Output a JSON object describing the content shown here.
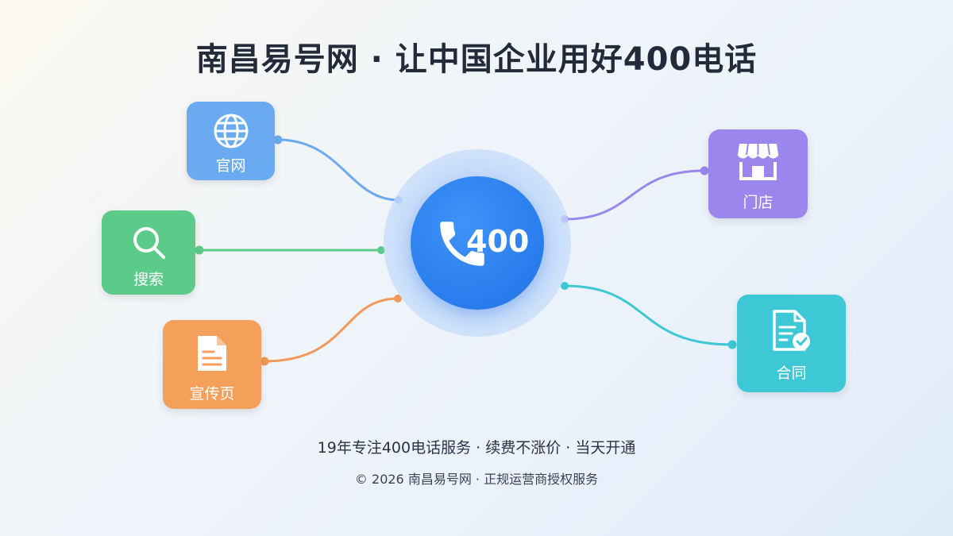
{
  "title": "南昌易号网 · 让中国企业用好400电话",
  "hub": {
    "label": "400",
    "icon": "phone-icon",
    "color": "#2b7eee"
  },
  "nodes": [
    {
      "id": "guanwang",
      "label": "官网",
      "icon": "globe-icon",
      "color": "#6aaaf0"
    },
    {
      "id": "sousuo",
      "label": "搜索",
      "icon": "search-icon",
      "color": "#5ccb8a"
    },
    {
      "id": "xuanchuanye",
      "label": "宣传页",
      "icon": "document-icon",
      "color": "#f5a05a"
    },
    {
      "id": "mendian",
      "label": "门店",
      "icon": "storefront-icon",
      "color": "#9b86ee"
    },
    {
      "id": "hetong",
      "label": "合同",
      "icon": "contract-check-icon",
      "color": "#3ec7d4"
    }
  ],
  "footer": {
    "tagline": "19年专注400电话服务 · 续费不涨价 · 当天开通",
    "copyright": "© 2026 南昌易号网 · 正规运营商授权服务"
  }
}
